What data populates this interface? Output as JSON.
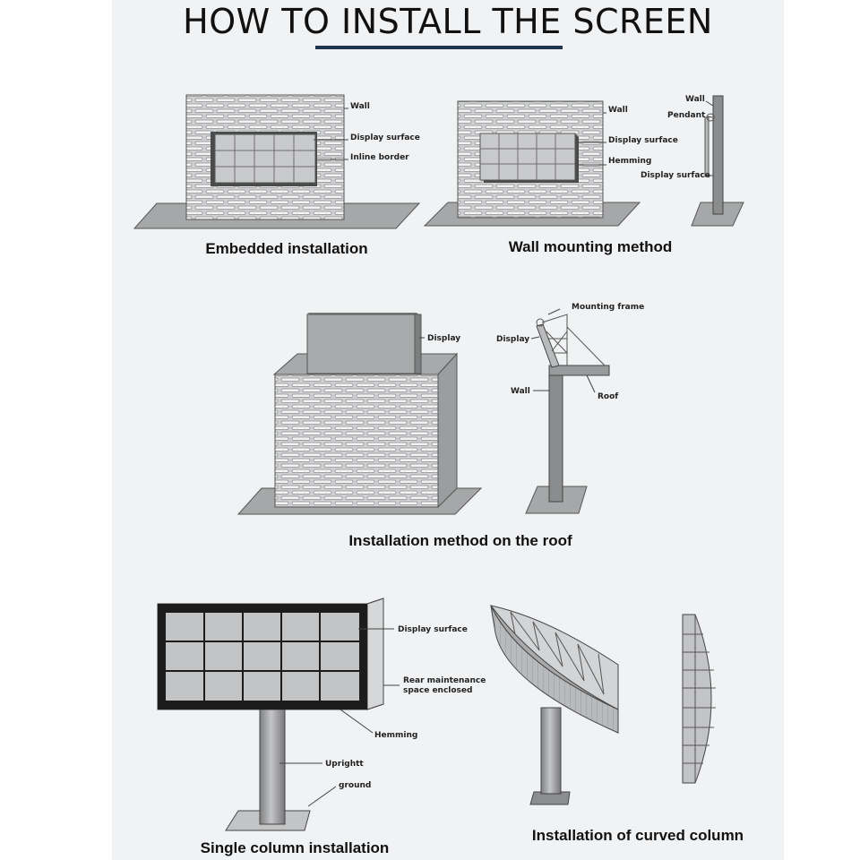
{
  "title": "HOW TO INSTALL THE SCREEN",
  "sections": {
    "embedded": {
      "caption": "Embedded installation",
      "labels": {
        "wall": "Wall",
        "display_surface": "Display surface",
        "inline_border": "Inline border"
      }
    },
    "wall_mount": {
      "caption": "Wall mounting method",
      "labels": {
        "wall": "Wall",
        "display_surface": "Display surface",
        "hemming": "Hemming",
        "side_wall": "Wall",
        "pendant": "Pendant",
        "side_display_surface": "Display surface"
      }
    },
    "roof": {
      "caption": "Installation method on the roof",
      "labels": {
        "display": "Display",
        "mounting_frame": "Mounting frame",
        "side_display": "Display",
        "wall": "Wall",
        "roof": "Roof"
      }
    },
    "single_column": {
      "caption": "Single column installation",
      "labels": {
        "display_surface": "Display surface",
        "rear_maintenance_1": "Rear maintenance",
        "rear_maintenance_2": "space enclosed",
        "hemming": "Hemming",
        "upright": "Uprightt",
        "ground": "ground"
      }
    },
    "curved_column": {
      "caption": "Installation of curved column"
    }
  }
}
